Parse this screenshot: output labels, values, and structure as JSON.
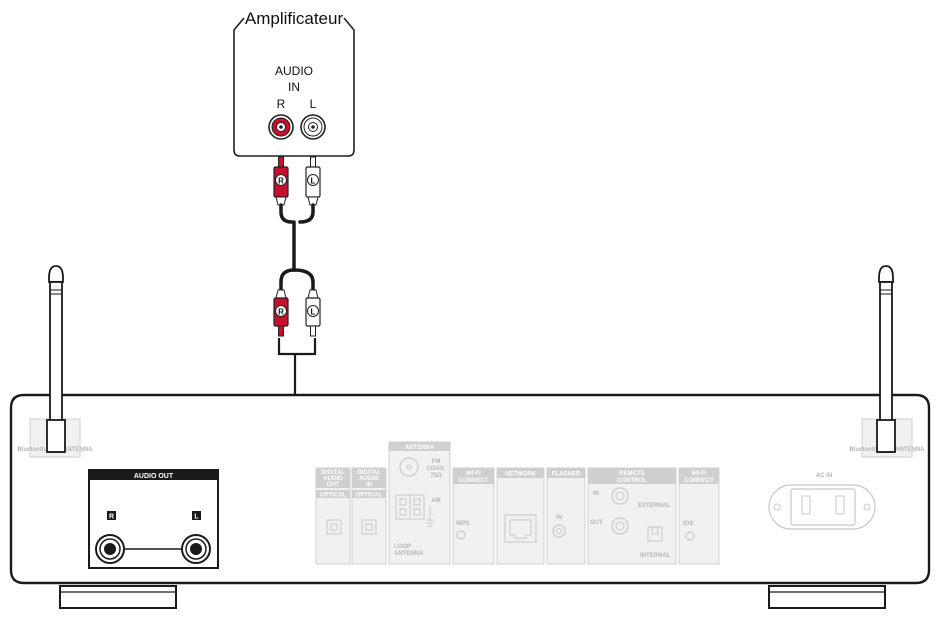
{
  "amplifier": {
    "title": "Amplificateur",
    "audio_in_line1": "AUDIO",
    "audio_in_line2": "IN",
    "label_r": "R",
    "label_l": "L"
  },
  "cable": {
    "plug_r": "R",
    "plug_l": "L"
  },
  "device": {
    "audio_out": {
      "title": "AUDIO OUT",
      "label_r": "R",
      "label_l": "L"
    },
    "antenna_left_label": "Bluetooth/Wi-Fi ANTENNA",
    "antenna_right_label": "Bluetooth/Wi-Fi ANTENNA",
    "digital_audio_out": {
      "title_l1": "DIGITAL",
      "title_l2": "AUDIO",
      "title_l3": "OUT",
      "sub": "OPTICAL"
    },
    "digital_audio_in": {
      "title_l1": "DIGITAL",
      "title_l2": "AUDIO",
      "title_l3": "IN",
      "sub": "OPTICAL"
    },
    "antenna_panel": {
      "title": "ANTENNA",
      "fm_l1": "FM",
      "fm_l2": "COAX.",
      "fm_l3": "75Ω",
      "am": "AM",
      "loop_l1": "LOOP",
      "loop_l2": "ANTENNA"
    },
    "wifi_connect_1": {
      "title_l1": "WI-FI",
      "title_l2": "CONNECT",
      "sub": "WPS"
    },
    "network": {
      "title": "NETWORK"
    },
    "flasher": {
      "title": "FLASHER",
      "sub": "IN"
    },
    "remote_control": {
      "title_l1": "REMOTE",
      "title_l2": "CONTROL",
      "in_label": "IN",
      "out_label": "OUT",
      "external": "EXTERNAL",
      "internal": "INTERNAL"
    },
    "wifi_connect_2": {
      "title_l1": "WI-FI",
      "title_l2": "CONNECT",
      "sub": "IOS"
    },
    "ac_in": {
      "title": "AC IN"
    }
  }
}
